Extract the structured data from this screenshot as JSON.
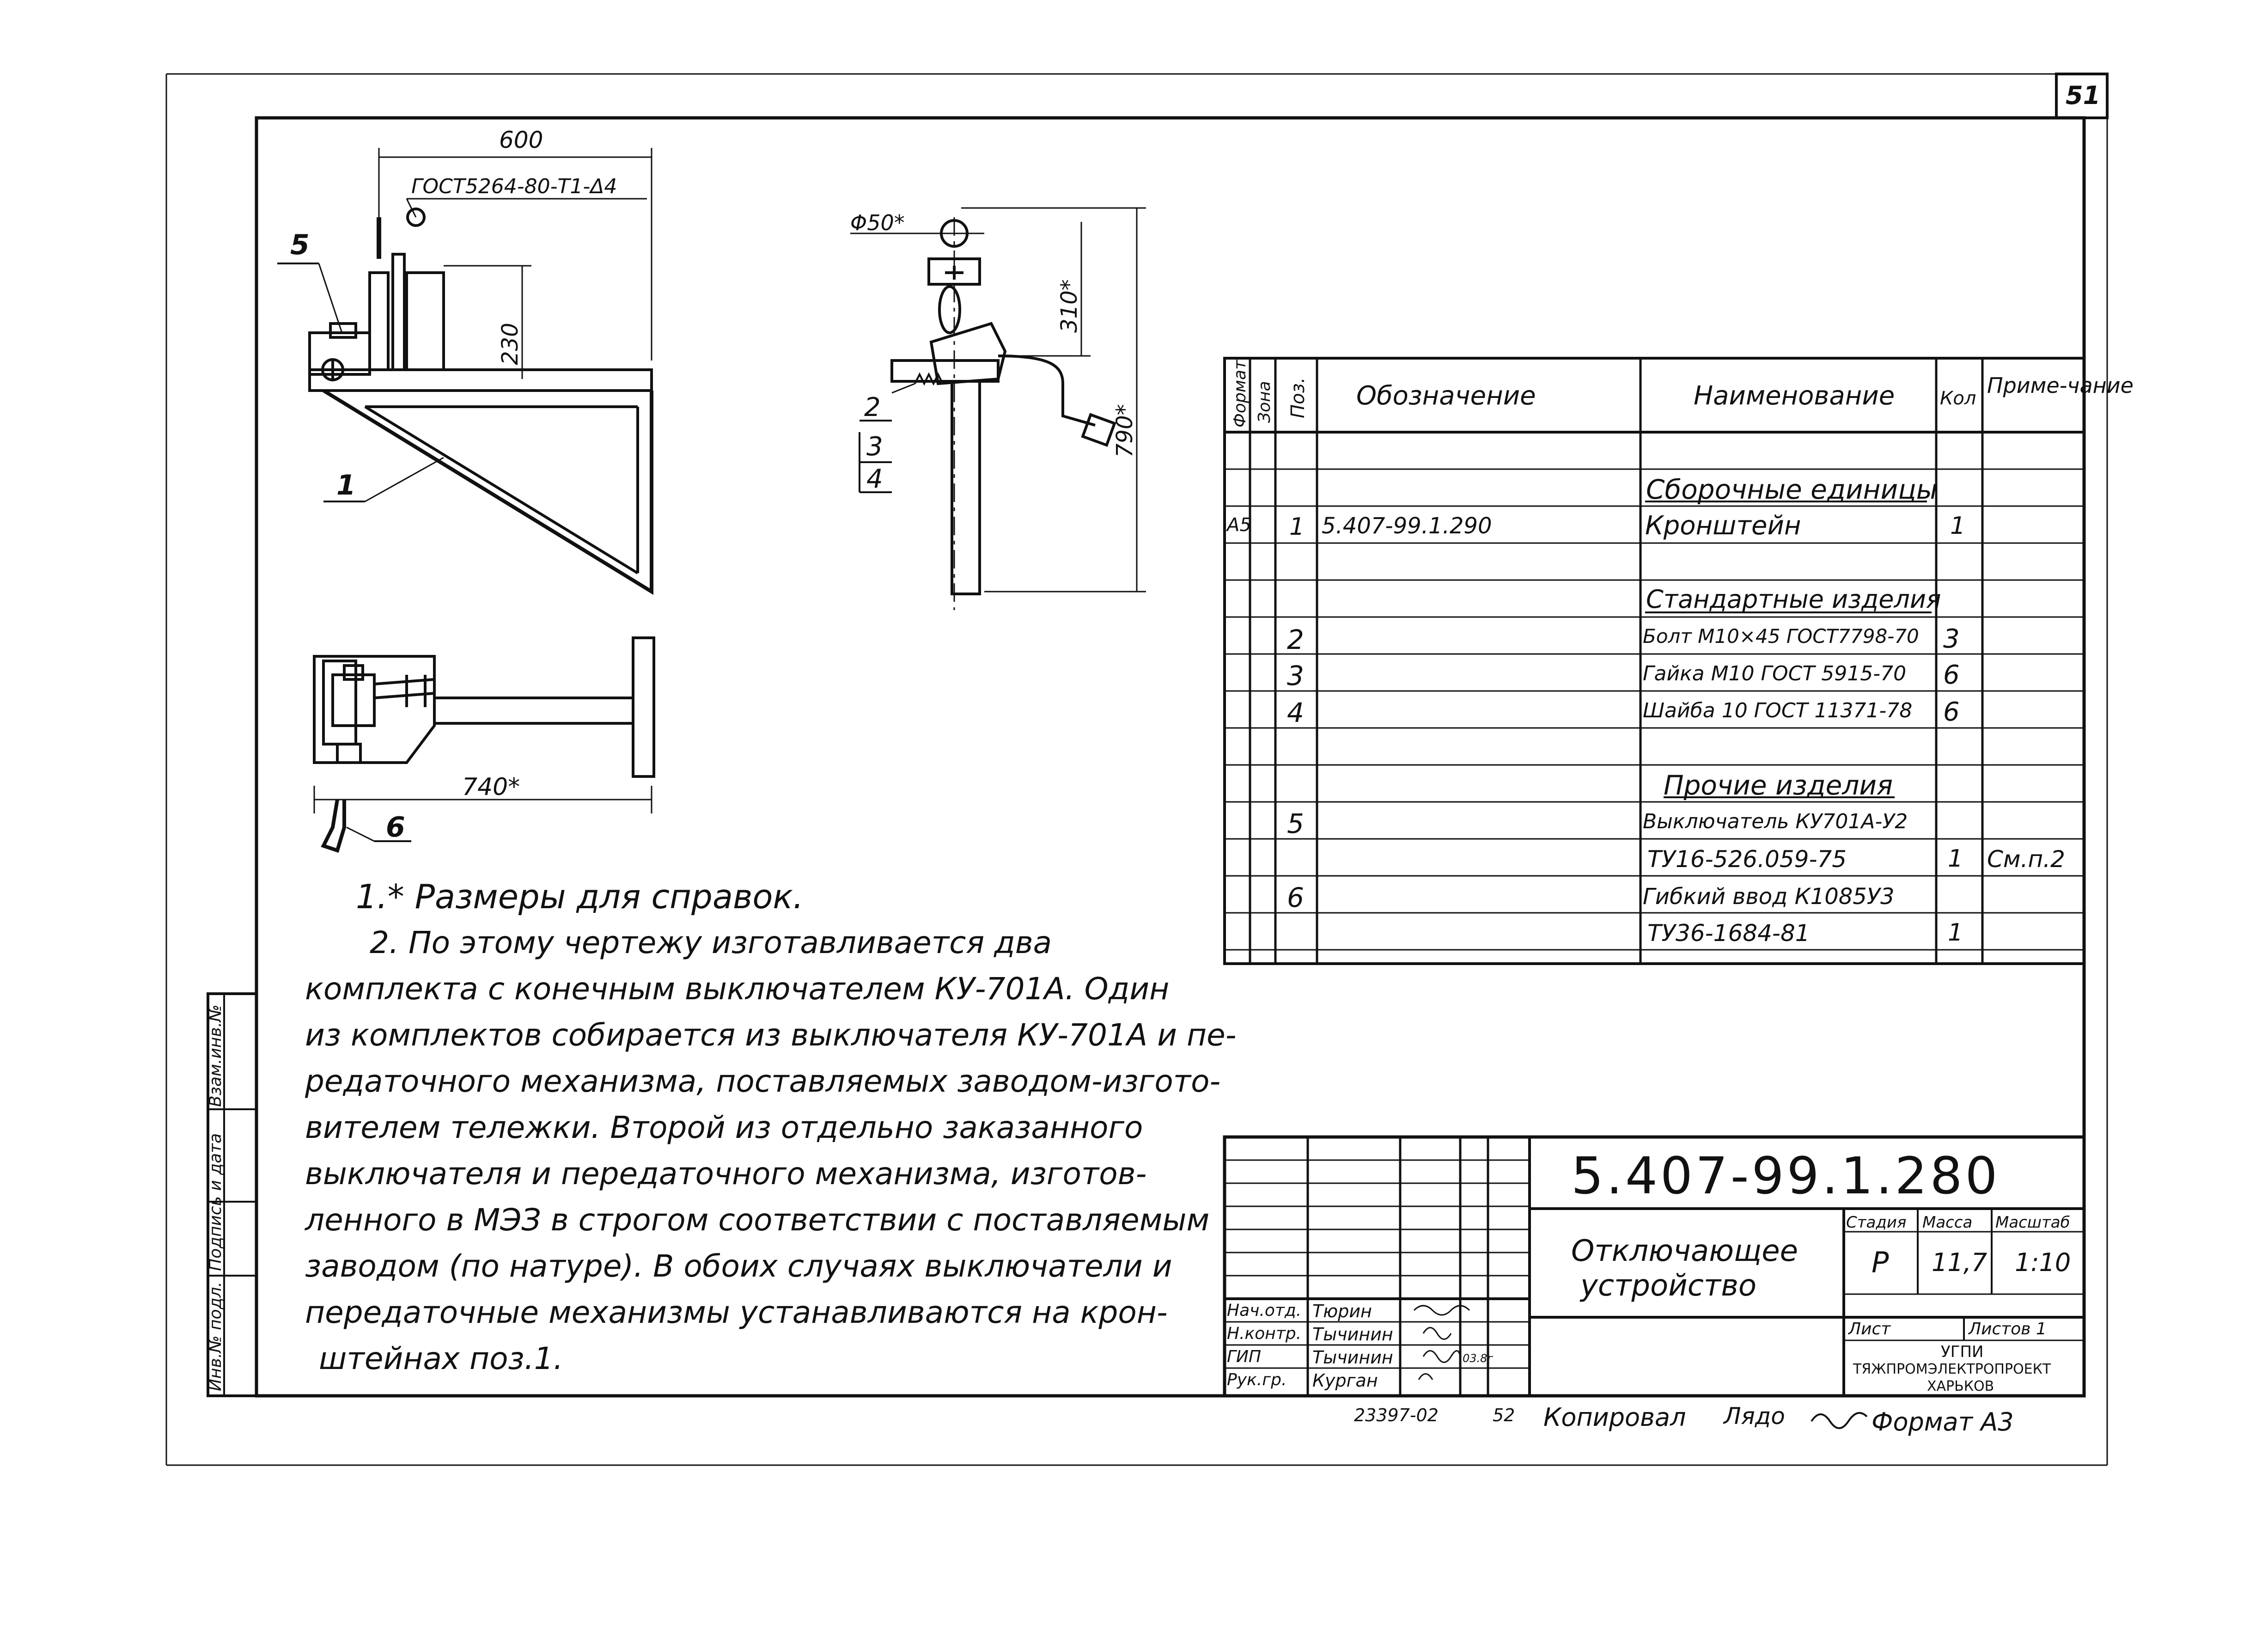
{
  "sheet_number": "51",
  "drawing": {
    "dims": {
      "d600": "600",
      "weld_note": "ГОСТ5264-80-Т1-Δ4",
      "d230": "230",
      "d50": "Φ50*",
      "d310": "310*",
      "d790": "790*",
      "d740": "740*"
    },
    "callouts": {
      "c1": "1",
      "c2": "2",
      "c3": "3",
      "c4": "4",
      "c5": "5",
      "c6": "6"
    }
  },
  "spec_table": {
    "headers": {
      "format": "Формат",
      "zone": "Зона",
      "pos": "Поз.",
      "designation": "Обозначение",
      "name": "Наименование",
      "qty": "Кол",
      "note": "Приме-чание"
    },
    "sections": {
      "assembly": "Сборочные единицы",
      "standard": "Стандартные изделия",
      "other": "Прочие изделия"
    },
    "rows": [
      {
        "format": "А5",
        "pos": "1",
        "designation": "5.407-99.1.290",
        "name": "Кронштейн",
        "qty": "1",
        "note": ""
      },
      {
        "format": "",
        "pos": "2",
        "designation": "",
        "name": "Болт М10×45 ГОСТ7798-70",
        "qty": "3",
        "note": ""
      },
      {
        "format": "",
        "pos": "3",
        "designation": "",
        "name": "Гайка М10 ГОСТ 5915-70",
        "qty": "6",
        "note": ""
      },
      {
        "format": "",
        "pos": "4",
        "designation": "",
        "name": "Шайба 10 ГОСТ 11371-78",
        "qty": "6",
        "note": ""
      },
      {
        "format": "",
        "pos": "5",
        "designation": "",
        "name": "Выключатель КУ701А-У2",
        "qty": "",
        "note": ""
      },
      {
        "format": "",
        "pos": "",
        "designation": "",
        "name": "ТУ16-526.059-75",
        "qty": "1",
        "note": "См.п.2"
      },
      {
        "format": "",
        "pos": "6",
        "designation": "",
        "name": "Гибкий ввод К1085У3",
        "qty": "",
        "note": ""
      },
      {
        "format": "",
        "pos": "",
        "designation": "",
        "name": "ТУ36-1684-81",
        "qty": "1",
        "note": ""
      }
    ]
  },
  "notes": [
    "1.* Размеры для справок.",
    "2. По этому чертежу изготавливается два",
    "комплекта с конечным выключателем КУ-701А. Один",
    "из комплектов собирается из выключателя КУ-701А и пе-",
    "редаточного механизма, поставляемых заводом-изгото-",
    "вителем тележки. Второй из отдельно заказанного",
    "выключателя и передаточного механизма, изготов-",
    "ленного в МЭЗ в строгом соответствии с поставляемым",
    "заводом (по натуре). В обоих случаях выключатели и",
    "передаточные механизмы устанавливаются на крон-",
    "штейнах поз.1."
  ],
  "title_block": {
    "doc_number": "5.407-99.1.280",
    "doc_title_line1": "Отключающее",
    "doc_title_line2": "устройство",
    "stage_label": "Стадия",
    "mass_label": "Масса",
    "scale_label": "Масштаб",
    "stage": "Р",
    "mass": "11,7",
    "scale": "1:10",
    "sheet_label": "Лист",
    "sheets_label": "Листов 1",
    "org_line1": "УГПИ",
    "org_line2": "ТЯЖПРОМЭЛЕКТРОПРОЕКТ",
    "org_line3": "ХАРЬКОВ",
    "roles": [
      {
        "role": "Нач.отд.",
        "name": "Тюрин"
      },
      {
        "role": "Н.контр.",
        "name": "Тычинин"
      },
      {
        "role": "ГИП",
        "name": "Тычинин"
      },
      {
        "role": "Рук.гр.",
        "name": "Курган"
      }
    ],
    "sign_date": "03.8г"
  },
  "side_stamp": {
    "inv": "Инв.№ подл.",
    "sign_date": "Подпись и дата",
    "replace": "Взам.инв.№"
  },
  "footer": {
    "archive_no": "23397-02",
    "page": "52",
    "copied_label": "Копировал",
    "copied_sign": "Лядо",
    "format_label": "Формат А3"
  }
}
